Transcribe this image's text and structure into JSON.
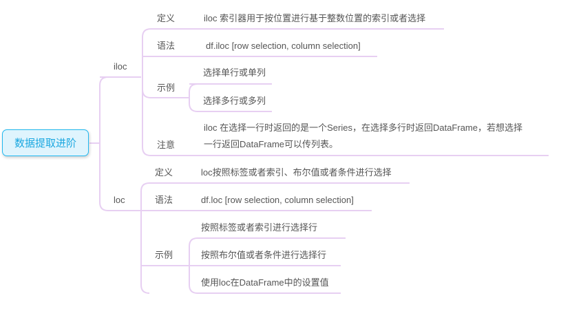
{
  "root": "数据提取进阶",
  "colors": {
    "line": "#e7cff2",
    "root_border": "#1fb8f0",
    "root_fill": "#dff4fd",
    "text": "#555555"
  },
  "branches": [
    {
      "label": "iloc",
      "definition_label": "定义",
      "definition": "iloc 索引器用于按位置进行基于整数位置的索引或者选择",
      "syntax_label": "语法",
      "syntax": "df.iloc [row selection, column selection]",
      "example_label": "示例",
      "examples": [
        "选择单行或单列",
        "选择多行或多列"
      ],
      "note_label": "注意",
      "note_lines": [
        "iloc 在选择一行时返回的是一个Series，在选择多行时返回DataFrame，若想选择",
        "一行返回DataFrame可以传列表。"
      ]
    },
    {
      "label": "loc",
      "definition_label": "定义",
      "definition": "loc按照标签或者索引、布尔值或者条件进行选择",
      "syntax_label": "语法",
      "syntax": "df.loc [row selection, column selection]",
      "example_label": "示例",
      "examples": [
        "按照标签或者索引进行选择行",
        "按照布尔值或者条件进行选择行",
        "使用loc在DataFrame中的设置值"
      ]
    }
  ]
}
